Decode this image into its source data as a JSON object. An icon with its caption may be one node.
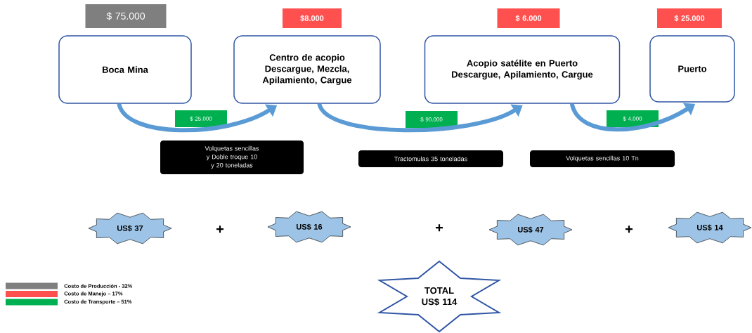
{
  "diagram": {
    "nodes": [
      {
        "text": [
          "Boca Mina"
        ]
      },
      {
        "text": [
          "Centro de acopio Descargue, Mezcla, Apilamiento, Cargue"
        ]
      },
      {
        "text": [
          "Acopio satélite en Puerto Descargue, Apilamiento, Cargue"
        ]
      },
      {
        "text": [
          "Puerto"
        ]
      },
      {
        "text": [
          "$ 75.000"
        ]
      },
      {
        "text": [
          "$8.000"
        ]
      },
      {
        "text": [
          "$ 6.000"
        ]
      },
      {
        "text": [
          "$ 25.000"
        ]
      },
      {
        "text": [
          "$ 25.000"
        ]
      },
      {
        "text": [
          "$ 90.000"
        ]
      },
      {
        "text": [
          "$ 4.000"
        ]
      },
      {
        "text": [
          "Volquetas sencillas y Doble troque 10 y 20 toneladas"
        ]
      },
      {
        "text": [
          "Tractomulas 35 toneladas"
        ]
      },
      {
        "text": [
          "Volquetas sencillas 10 Tn"
        ]
      },
      {
        "text": [
          "US$ 37"
        ]
      },
      {
        "text": [
          "US$ 16"
        ]
      },
      {
        "text": [
          "US$ 47"
        ]
      },
      {
        "text": [
          "US$ 14"
        ]
      },
      {
        "text": [
          "TOTAL US$ 114"
        ]
      }
    ],
    "edges": [
      {
        "from": 0,
        "to": 1,
        "arrow": "to"
      },
      {
        "from": 1,
        "to": 2,
        "arrow": "to"
      },
      {
        "from": 2,
        "to": 3,
        "arrow": "to"
      }
    ],
    "labels": [
      "+",
      "+",
      "+"
    ],
    "legend": [
      {
        "text": "Costo de Producción - 32%",
        "color": "#7f7f7f"
      },
      {
        "text": "Costo de Manejo – 17%",
        "color": "#ff5050"
      },
      {
        "text": "Costo de Transporte – 51%",
        "color": "#00b050"
      }
    ]
  }
}
